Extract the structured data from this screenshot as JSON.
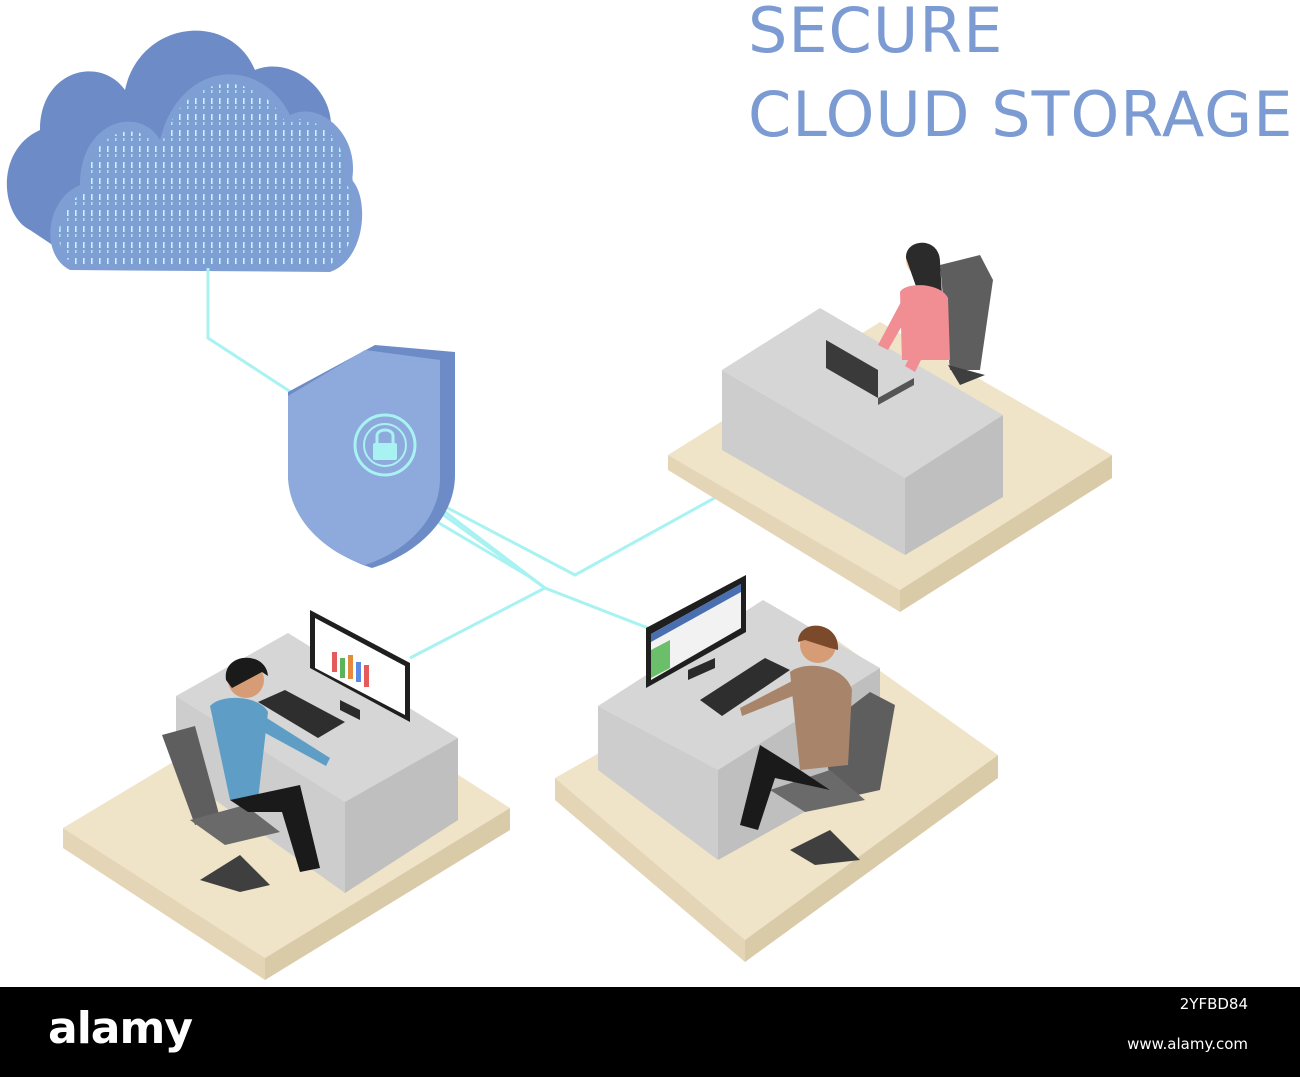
{
  "title": {
    "line1": "SECURE",
    "line2": "CLOUD STORAGE"
  },
  "footer": {
    "logo": "alamy",
    "image_id": "2YFBD84",
    "url": "www.alamy.com"
  },
  "colors": {
    "accent": "#7b9bd2",
    "cloud": "#7f9fd4",
    "shield": "#8ea9dc",
    "connection_line": "#a8f2f2",
    "floor": "#efe3c8",
    "desk": "#d6d6d6",
    "chair": "#5e5e5e"
  },
  "icons": [
    "cloud-icon",
    "shield-lock-icon",
    "padlock-icon"
  ]
}
